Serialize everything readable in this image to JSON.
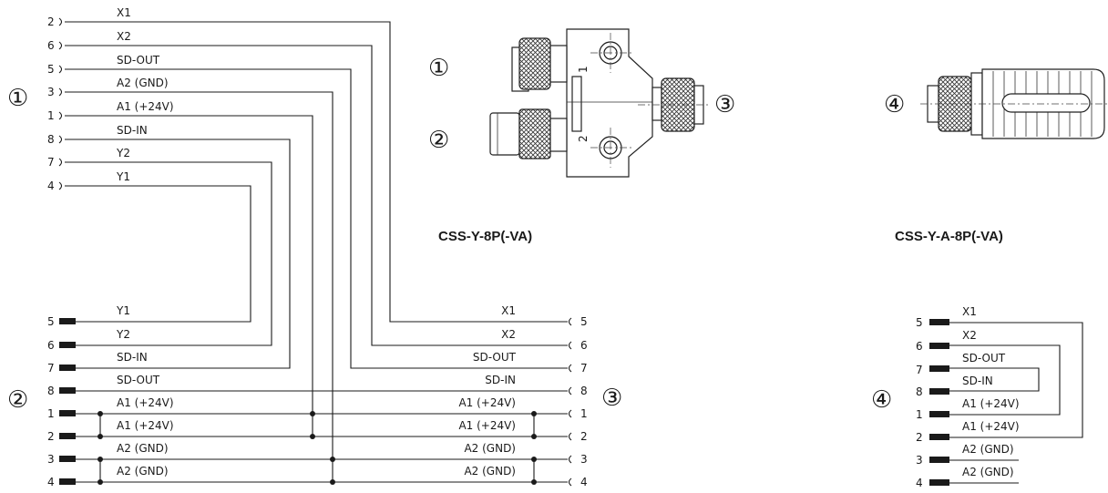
{
  "ports": {
    "p1": "①",
    "p2": "②",
    "p3": "③",
    "p4": "④"
  },
  "models": {
    "y": "CSS-Y-8P(-VA)",
    "ya": "CSS-Y-A-8P(-VA)"
  },
  "connector_marks": {
    "one": "1",
    "two": "2"
  },
  "port1": {
    "pins": [
      "2",
      "6",
      "5",
      "3",
      "1",
      "8",
      "7",
      "4"
    ],
    "signals": [
      "X1",
      "X2",
      "SD-OUT",
      "A2 (GND)",
      "A1 (+24V)",
      "SD-IN",
      "Y2",
      "Y1"
    ]
  },
  "port2": {
    "pins": [
      "5",
      "6",
      "7",
      "8",
      "1",
      "2",
      "3",
      "4"
    ],
    "signals": [
      "Y1",
      "Y2",
      "SD-IN",
      "SD-OUT",
      "A1 (+24V)",
      "A1 (+24V)",
      "A2 (GND)",
      "A2 (GND)"
    ]
  },
  "port3": {
    "pins": [
      "5",
      "6",
      "7",
      "8",
      "1",
      "2",
      "3",
      "4"
    ],
    "signals": [
      "X1",
      "X2",
      "SD-OUT",
      "SD-IN",
      "A1 (+24V)",
      "A1 (+24V)",
      "A2 (GND)",
      "A2 (GND)"
    ]
  },
  "port4": {
    "pins": [
      "5",
      "6",
      "7",
      "8",
      "1",
      "2",
      "3",
      "4"
    ],
    "signals": [
      "X1",
      "X2",
      "SD-OUT",
      "SD-IN",
      "A1 (+24V)",
      "A1 (+24V)",
      "A2 (GND)",
      "A2 (GND)"
    ]
  }
}
